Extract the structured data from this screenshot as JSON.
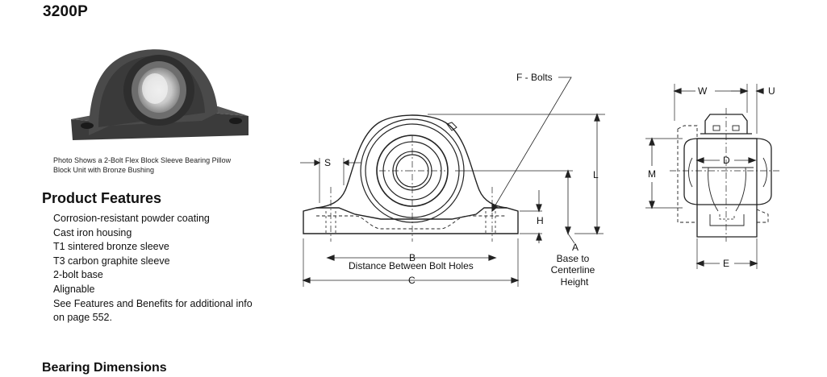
{
  "title": "3200P",
  "photo_caption": "Photo Shows a 2-Bolt Flex Block Sleeve Bearing Pillow Block Unit with Bronze Bushing",
  "product_features": {
    "heading": "Product Features",
    "items": [
      "Corrosion-resistant powder coating",
      "Cast iron housing",
      "T1 sintered bronze sleeve",
      "T3 carbon graphite sleeve",
      "2-bolt base",
      "Alignable",
      "See Features and Benefits for additional info on page 552."
    ]
  },
  "bearing_dimensions_heading": "Bearing Dimensions",
  "drawing_labels": {
    "f_bolts": "F - Bolts",
    "s": "S",
    "l": "L",
    "h": "H",
    "b": "B",
    "b_caption": "Distance Between Bolt Holes",
    "c": "C",
    "a": "A",
    "a_caption_1": "Base to",
    "a_caption_2": "Centerline",
    "a_caption_3": "Height",
    "w": "W",
    "u": "U",
    "m": "M",
    "d": "D",
    "e": "E"
  }
}
